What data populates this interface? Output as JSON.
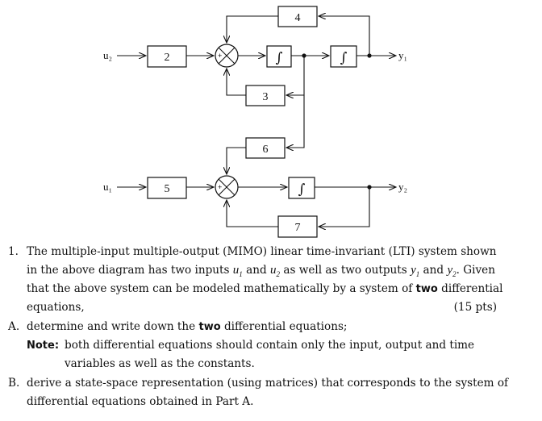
{
  "diagram": {
    "blocks": {
      "b4": "4",
      "b2": "2",
      "b3": "3",
      "b6": "6",
      "b5": "5",
      "b7": "7"
    },
    "integrator_symbol": "∫",
    "signals": {
      "u2": "u₂",
      "u1": "u₁",
      "y1": "y₁",
      "y2": "y₂"
    },
    "sum_signs": {
      "top_left": "+",
      "bottom_left": "+"
    }
  },
  "problem": {
    "q1_number": "1.",
    "q1_line1": "The multiple-input multiple-output (MIMO) linear time-invariant (LTI) system shown",
    "q1_line2_a": "in the above diagram has two inputs ",
    "q1_u1": "u",
    "q1_line2_b": " and ",
    "q1_u2": "u",
    "q1_line2_c": " as well as two outputs ",
    "q1_y1": "y",
    "q1_line2_d": " and ",
    "q1_y2": "y",
    "q1_line2_e": ". Given",
    "q1_line3_a": "that the above system can be modeled mathematically by a system of ",
    "q1_line3_bold": "two",
    "q1_line3_b": " differential",
    "q1_line4": "equations,",
    "q1_points": "(15 pts)",
    "a_label": "A.",
    "a_text_a": "determine and write down the ",
    "a_text_bold": "two",
    "a_text_b": " differential equations;",
    "note_label": "Note:",
    "note_line1": "both differential equations should contain only the input, output and time",
    "note_line2": "variables as well as the constants.",
    "b_label": "B.",
    "b_line1": "derive a state-space representation (using matrices) that corresponds to the system of",
    "b_line2": "differential equations obtained in Part A."
  }
}
